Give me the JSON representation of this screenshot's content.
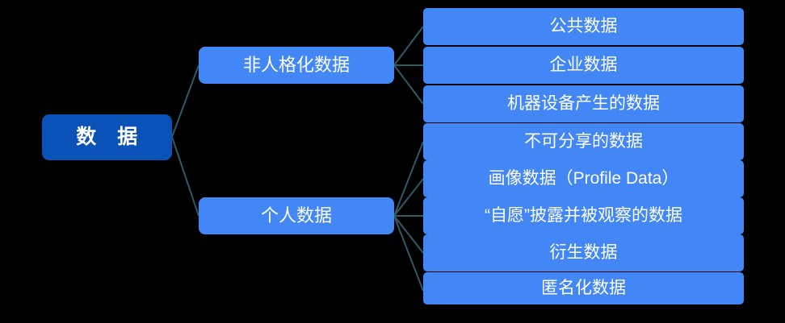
{
  "diagram": {
    "type": "tree-hierarchy",
    "orientation": "left-to-right",
    "background_color": "#000000",
    "root": {
      "label": "数　据",
      "color": "#0B52B8",
      "text_color": "#ffffff"
    },
    "branches": [
      {
        "label": "非人格化数据",
        "color": "#4287F5",
        "children": [
          {
            "label": "公共数据"
          },
          {
            "label": "企业数据"
          },
          {
            "label": "机器设备产生的数据"
          }
        ]
      },
      {
        "label": "个人数据",
        "color": "#4287F5",
        "children": [
          {
            "label": "不可分享的数据"
          },
          {
            "label": "画像数据（Profile Data）"
          },
          {
            "label": "“自愿”披露并被观察的数据"
          },
          {
            "label": "衍生数据"
          },
          {
            "label": "匿名化数据"
          }
        ]
      }
    ],
    "connector_color": "#2F5A66"
  }
}
